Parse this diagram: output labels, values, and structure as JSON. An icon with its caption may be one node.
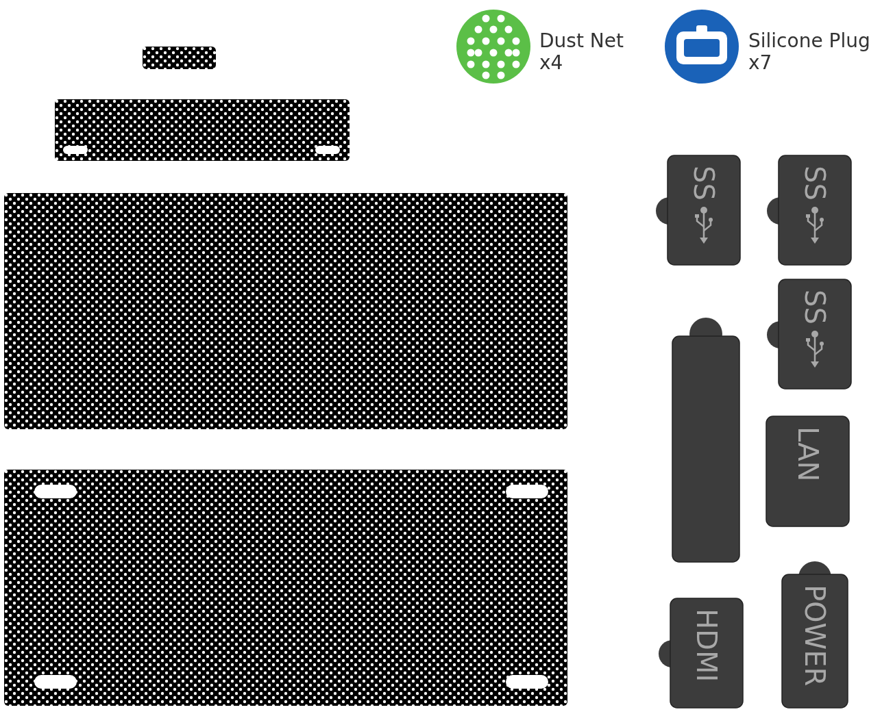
{
  "diagram": {
    "nodes": [
      {
        "text": [
          "SS"
        ]
      },
      {
        "text": [
          "SS"
        ]
      },
      {
        "text": [
          "SS"
        ]
      },
      {
        "text": [],
        "shape": "box"
      },
      {
        "text": [
          "LAN"
        ]
      },
      {
        "text": [
          "HDMI"
        ]
      },
      {
        "text": [
          "POWER"
        ]
      }
    ],
    "labels": [
      "Dust Net",
      "x4",
      "Silicone Plug",
      "x7"
    ]
  }
}
